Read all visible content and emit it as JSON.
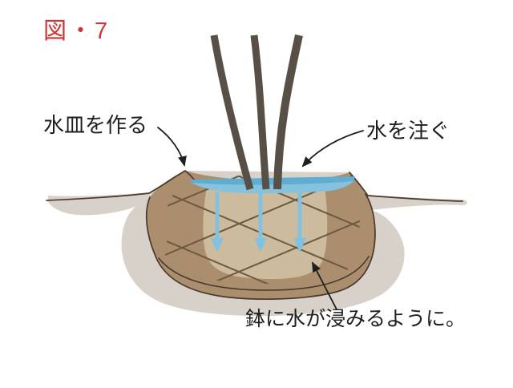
{
  "figure_label": "図・7",
  "annotations": {
    "make_water_saucer": "水皿を作る",
    "pour_water": "水を注ぐ",
    "water_soak": "鉢に水が浸みるように。"
  },
  "colors": {
    "figure_label_red": "#d13434",
    "annotation_text": "#1e1e1e",
    "ground_shadow_gray": "#d8d1ca",
    "backfill_soil_brown": "#aa8e6d",
    "root_ball_tan": "#cdbb9e",
    "wrapping_rope_brown": "#6d5840",
    "outline_dark_brown": "#4a392c",
    "water_blue": "#85c2dd",
    "water_blue_dark": "#5fadd0",
    "seep_arrow_blue": "#82c2e0",
    "trunk_gray_brown": "#584f47",
    "background": "#ffffff"
  }
}
